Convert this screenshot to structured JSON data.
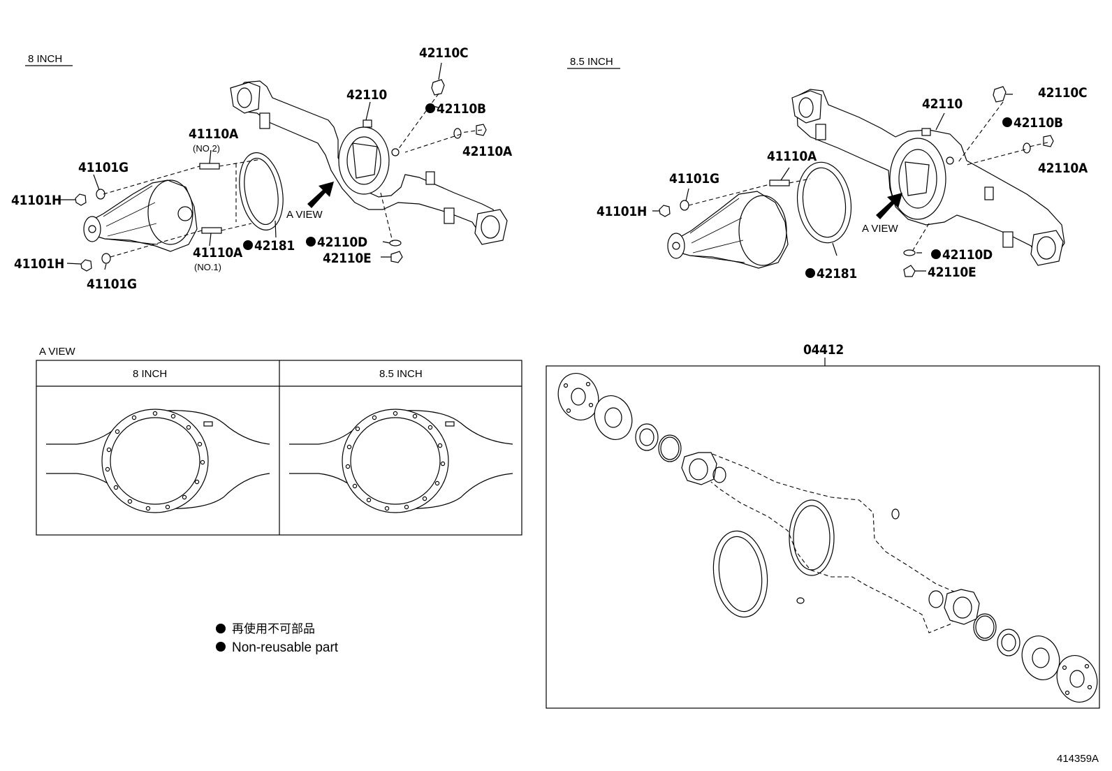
{
  "sections": {
    "left_title": "8 INCH",
    "right_title": "8.5 INCH",
    "a_view_title": "A VIEW",
    "kit_number": "04412"
  },
  "left_callouts": {
    "p42110C": "42110C",
    "p42110": "42110",
    "p42110B": "42110B",
    "p42110A": "42110A",
    "p41110A_top": "41110A",
    "no2": "(NO.2)",
    "p41101G_top": "41101G",
    "p41101H_top": "41101H",
    "a_view": "A VIEW",
    "p42181": "42181",
    "p42110D": "42110D",
    "p42110E": "42110E",
    "p41110A_bot": "41110A",
    "no1": "(NO.1)",
    "p41101H_bot": "41101H",
    "p41101G_bot": "41101G"
  },
  "right_callouts": {
    "p42110C": "42110C",
    "p42110": "42110",
    "p42110B": "42110B",
    "p42110A": "42110A",
    "p41110A": "41110A",
    "p41101G": "41101G",
    "p41101H": "41101H",
    "a_view": "A VIEW",
    "p42110D": "42110D",
    "p42110E": "42110E",
    "p42181": "42181"
  },
  "a_view_table": {
    "col1": "8 INCH",
    "col2": "8.5 INCH"
  },
  "legend": {
    "jp": "再使用不可部品",
    "en": "Non-reusable part"
  },
  "figure_id": "414359A"
}
